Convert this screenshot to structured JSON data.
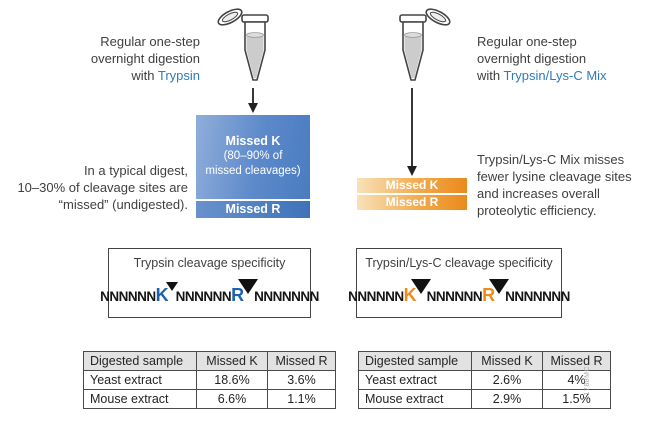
{
  "figure": {
    "code_vertical": "11788MC",
    "colors": {
      "accent_blue": "#2e7bbe",
      "accent_orange": "#ee8c1a",
      "blue_box_light": "#90aeda",
      "blue_box_dark": "#4a7cc1",
      "blue_bar": "#3f72b9",
      "orange_bar_light": "#f8e2bb",
      "orange_bar_dark": "#ea8a1c"
    }
  },
  "left": {
    "intro": {
      "line1": "Regular one-step",
      "line2": "overnight digestion",
      "with": "with ",
      "agent": "Trypsin"
    },
    "note": {
      "line1": "In a typical digest,",
      "line2": "10–30% of cleavage sites are",
      "line3": "“missed” (undigested)."
    },
    "missed_k_title": "Missed K",
    "missed_k_sub1": "(80–90% of",
    "missed_k_sub2": "missed cleavages)",
    "missed_r_label": "Missed R",
    "spec": {
      "title": "Trypsin cleavage specificity",
      "seq": {
        "n1": "NNNNNN",
        "site1": "K",
        "n2": "NNNNNN",
        "site2": "R",
        "n3": "NNNNNNN"
      }
    },
    "table": {
      "headers": [
        "Digested sample",
        "Missed K",
        "Missed R"
      ],
      "rows": [
        [
          "Yeast extract",
          "18.6%",
          "3.6%"
        ],
        [
          "Mouse extract",
          "6.6%",
          "1.1%"
        ]
      ]
    }
  },
  "right": {
    "intro": {
      "line1": "Regular one-step",
      "line2": "overnight digestion",
      "with": "with ",
      "agent": "Trypsin/Lys-C Mix"
    },
    "note": {
      "line1": "Trypsin/Lys-C Mix misses",
      "line2": "fewer lysine cleavage sites",
      "line3": "and increases overall",
      "line4": "proteolytic efficiency."
    },
    "missed_k_label": "Missed K",
    "missed_r_label": "Missed R",
    "spec": {
      "title": "Trypsin/Lys-C cleavage specificity",
      "seq": {
        "n1": "NNNNNN",
        "site1": "K",
        "n2": "NNNNNN",
        "site2": "R",
        "n3": "NNNNNNN"
      }
    },
    "table": {
      "headers": [
        "Digested sample",
        "Missed K",
        "Missed R"
      ],
      "rows": [
        [
          "Yeast extract",
          "2.6%",
          "4%"
        ],
        [
          "Mouse extract",
          "2.9%",
          "1.5%"
        ]
      ]
    }
  }
}
